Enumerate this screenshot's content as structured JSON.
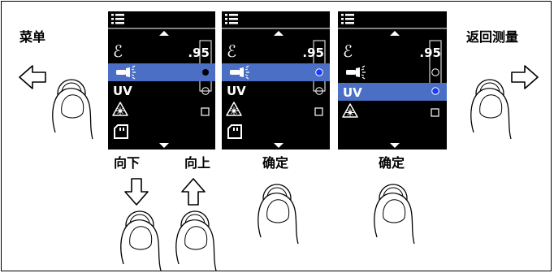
{
  "labels": {
    "menu": "菜单",
    "return": "返回测量",
    "down": "向下",
    "up": "向上",
    "confirm1": "确定",
    "confirm2": "确定"
  },
  "screens": [
    {
      "emissivity_value": ".95",
      "items": [
        "emissivity",
        "flashlight",
        "UV",
        "laser",
        "sd-card"
      ],
      "uv_label": "UV",
      "highlighted_item": "flashlight",
      "flashlight_radio": "selected-black",
      "uv_radio": "unselected",
      "laser_checkbox": "unchecked"
    },
    {
      "emissivity_value": ".95",
      "items": [
        "emissivity",
        "flashlight",
        "UV",
        "laser",
        "sd-card"
      ],
      "uv_label": "UV",
      "highlighted_item": "flashlight",
      "flashlight_radio": "selected-blue",
      "uv_radio": "unselected",
      "laser_checkbox": "unchecked"
    },
    {
      "emissivity_value": ".95",
      "items": [
        "emissivity",
        "flashlight",
        "UV",
        "laser"
      ],
      "uv_label": "UV",
      "highlighted_item": "UV",
      "flashlight_radio": "unselected",
      "uv_radio": "selected-blue",
      "laser_checkbox": "unchecked"
    }
  ],
  "colors": {
    "screen_bg": "#000000",
    "highlight": "#4a6fc4",
    "selected_dot_blue": "#1a3cff",
    "ink": "#000000",
    "paper": "#ffffff"
  },
  "icons": [
    "left-arrow-icon",
    "right-arrow-icon",
    "down-arrow-icon",
    "up-arrow-icon",
    "finger-press-icon",
    "menu-list-icon",
    "emissivity-icon",
    "flashlight-icon",
    "laser-icon",
    "sd-card-icon"
  ]
}
